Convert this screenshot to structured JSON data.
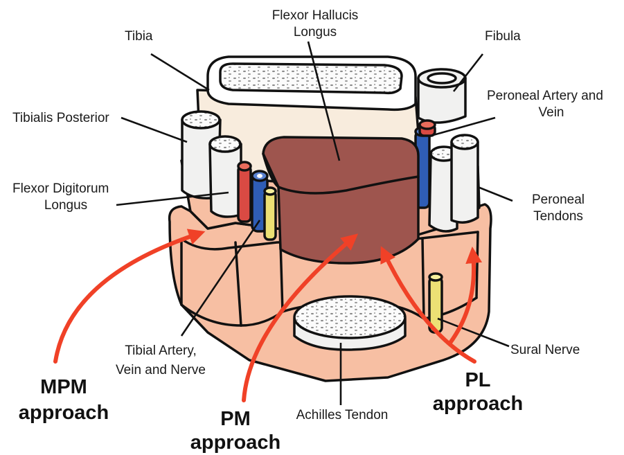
{
  "colors": {
    "skin": "#f7bfa3",
    "skin_dark": "#f2b092",
    "tibia_area": "#f8ecdd",
    "muscle": "#9e554e",
    "tendon": "#f1f1f0",
    "artery": "#d94a43",
    "vein": "#2f5db5",
    "nerve": "#ece074",
    "arrow": "#f04127"
  },
  "labels": {
    "tibia": "Tibia",
    "fhl_1": "Flexor Hallucis",
    "fhl_2": "Longus",
    "fibula": "Fibula",
    "peroneal_av_1": "Peroneal Artery and",
    "peroneal_av_2": "Vein",
    "tib_post": "Tibialis Posterior",
    "fdl_1": "Flexor Digitorum",
    "fdl_2": "Longus",
    "peroneal_tendons_1": "Peroneal",
    "peroneal_tendons_2": "Tendons",
    "tibial_avn_1": "Tibial Artery,",
    "tibial_avn_2": "Vein and Nerve",
    "sural_nerve": "Sural Nerve",
    "achilles": "Achilles Tendon"
  },
  "approaches": {
    "mpm_1": "MPM",
    "mpm_2": "approach",
    "pm_1": "PM",
    "pm_2": "approach",
    "pl_1": "PL",
    "pl_2": "approach"
  }
}
